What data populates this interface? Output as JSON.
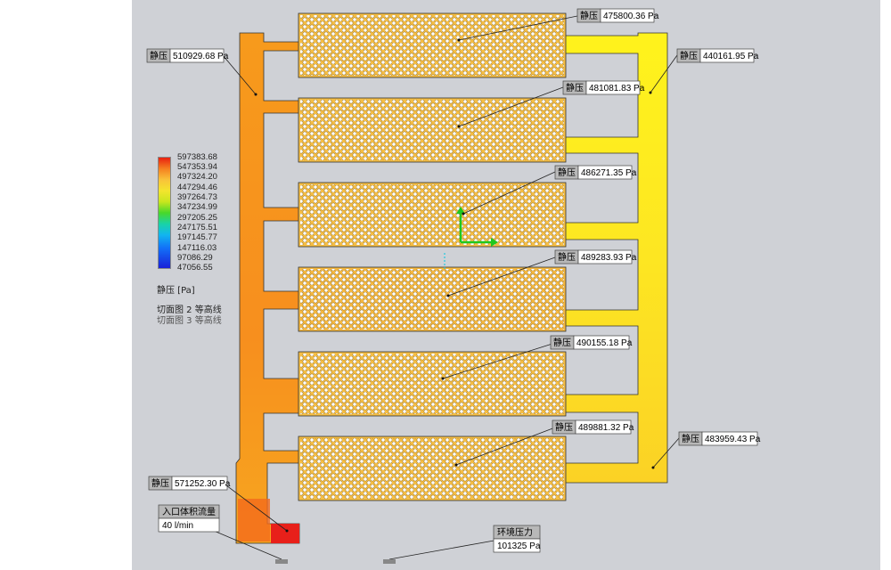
{
  "legend": {
    "ticks": [
      "597383.68",
      "547353.94",
      "497324.20",
      "447294.46",
      "397264.73",
      "347234.99",
      "297205.25",
      "247175.51",
      "197145.77",
      "147116.03",
      "97086.29",
      "47056.55"
    ],
    "title": "静压 [Pa]",
    "cut_plane_active": "切面图 2  等高线",
    "cut_plane_inactive": "切面图 3  等高线"
  },
  "probes": [
    {
      "label": "静压",
      "value": "475800.36 Pa"
    },
    {
      "label": "静压",
      "value": "510929.68 Pa"
    },
    {
      "label": "静压",
      "value": "440161.95 Pa"
    },
    {
      "label": "静压",
      "value": "481081.83 Pa"
    },
    {
      "label": "静压",
      "value": "486271.35 Pa"
    },
    {
      "label": "静压",
      "value": "489283.93 Pa"
    },
    {
      "label": "静压",
      "value": "490155.18 Pa"
    },
    {
      "label": "静压",
      "value": "489881.32 Pa"
    },
    {
      "label": "静压",
      "value": "483959.43 Pa"
    },
    {
      "label": "静压",
      "value": "571252.30 Pa"
    }
  ],
  "boundary_conditions": {
    "inlet_label": "入口体积流量",
    "inlet_value": "40 l/min",
    "ambient_label": "环境压力",
    "ambient_value": "101325 Pa"
  },
  "colors": {
    "viewport_bg": "#cfd1d6",
    "plate_fill": "#f5be45",
    "left_manifold": "#f7931e",
    "right_manifold": "#fff21e",
    "inlet_hot": "#e8201a",
    "hole_fill": "#ffffff"
  }
}
